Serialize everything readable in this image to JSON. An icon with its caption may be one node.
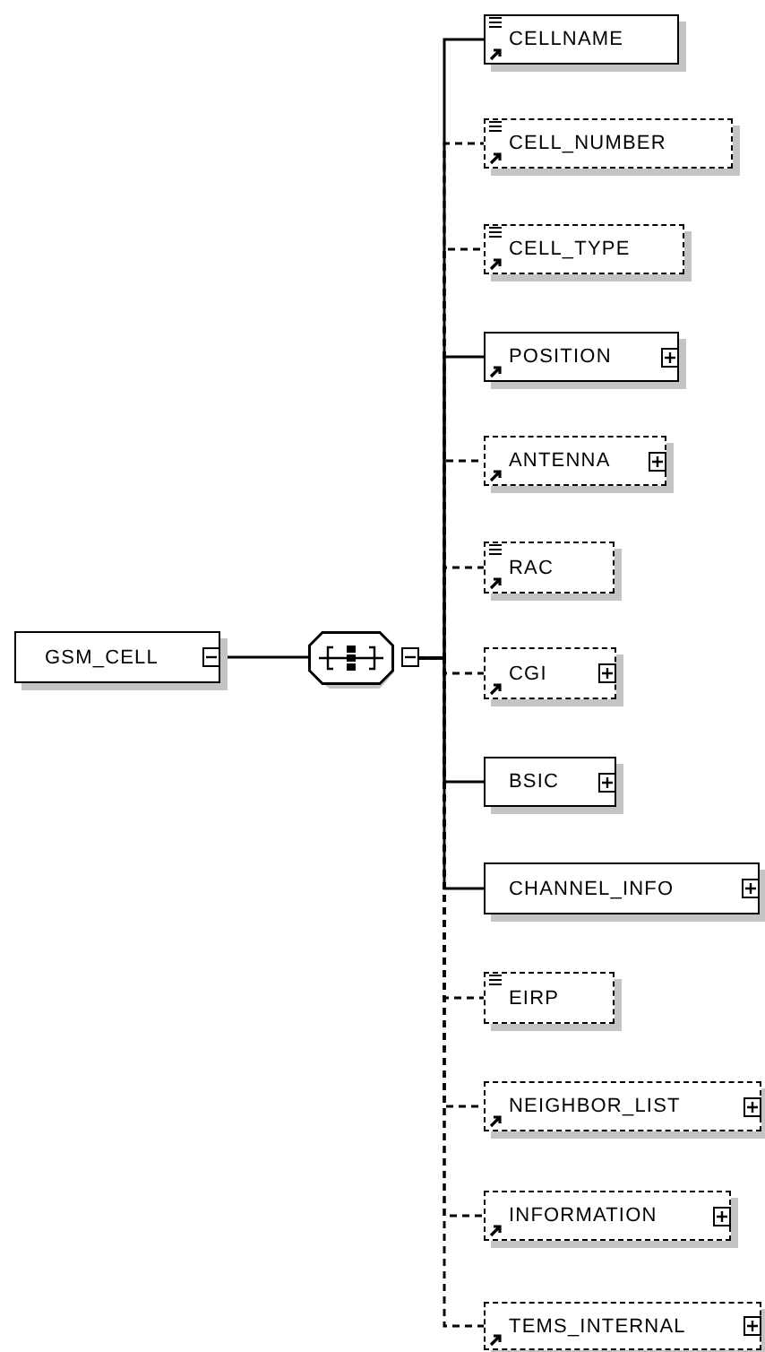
{
  "diagram": {
    "nodes": [
      {
        "text": [
          "GSM_CELL"
        ]
      },
      {
        "text": [],
        "shape": "octagon"
      },
      {
        "text": [
          "CELLNAME"
        ]
      },
      {
        "text": [
          "CELL_NUMBER"
        ]
      },
      {
        "text": [
          "CELL_TYPE"
        ]
      },
      {
        "text": [
          "POSITION"
        ]
      },
      {
        "text": [
          "ANTENNA"
        ]
      },
      {
        "text": [
          "RAC"
        ]
      },
      {
        "text": [
          "CGI"
        ]
      },
      {
        "text": [
          "BSIC"
        ]
      },
      {
        "text": [
          "CHANNEL_INFO"
        ]
      },
      {
        "text": [
          "EIRP"
        ]
      },
      {
        "text": [
          "NEIGHBOR_LIST"
        ]
      },
      {
        "text": [
          "INFORMATION"
        ]
      },
      {
        "text": [
          "TEMS_INTERNAL"
        ]
      }
    ],
    "edges": [
      {
        "from": 0,
        "to": 1,
        "arrow": "none"
      },
      {
        "from": 1,
        "to": 2,
        "arrow": "none"
      },
      {
        "from": 1,
        "to": 3,
        "arrow": "none",
        "style": "dashed"
      },
      {
        "from": 1,
        "to": 4,
        "arrow": "none",
        "style": "dashed"
      },
      {
        "from": 1,
        "to": 5,
        "arrow": "none"
      },
      {
        "from": 1,
        "to": 6,
        "arrow": "none",
        "style": "dashed"
      },
      {
        "from": 1,
        "to": 7,
        "arrow": "none",
        "style": "dashed"
      },
      {
        "from": 1,
        "to": 8,
        "arrow": "none",
        "style": "dashed"
      },
      {
        "from": 1,
        "to": 9,
        "arrow": "none"
      },
      {
        "from": 1,
        "to": 10,
        "arrow": "none"
      },
      {
        "from": 1,
        "to": 11,
        "arrow": "none",
        "style": "dashed"
      },
      {
        "from": 1,
        "to": 12,
        "arrow": "none",
        "style": "dashed"
      },
      {
        "from": 1,
        "to": 13,
        "arrow": "none",
        "style": "dashed"
      },
      {
        "from": 1,
        "to": 14,
        "arrow": "none",
        "style": "dashed"
      }
    ]
  }
}
